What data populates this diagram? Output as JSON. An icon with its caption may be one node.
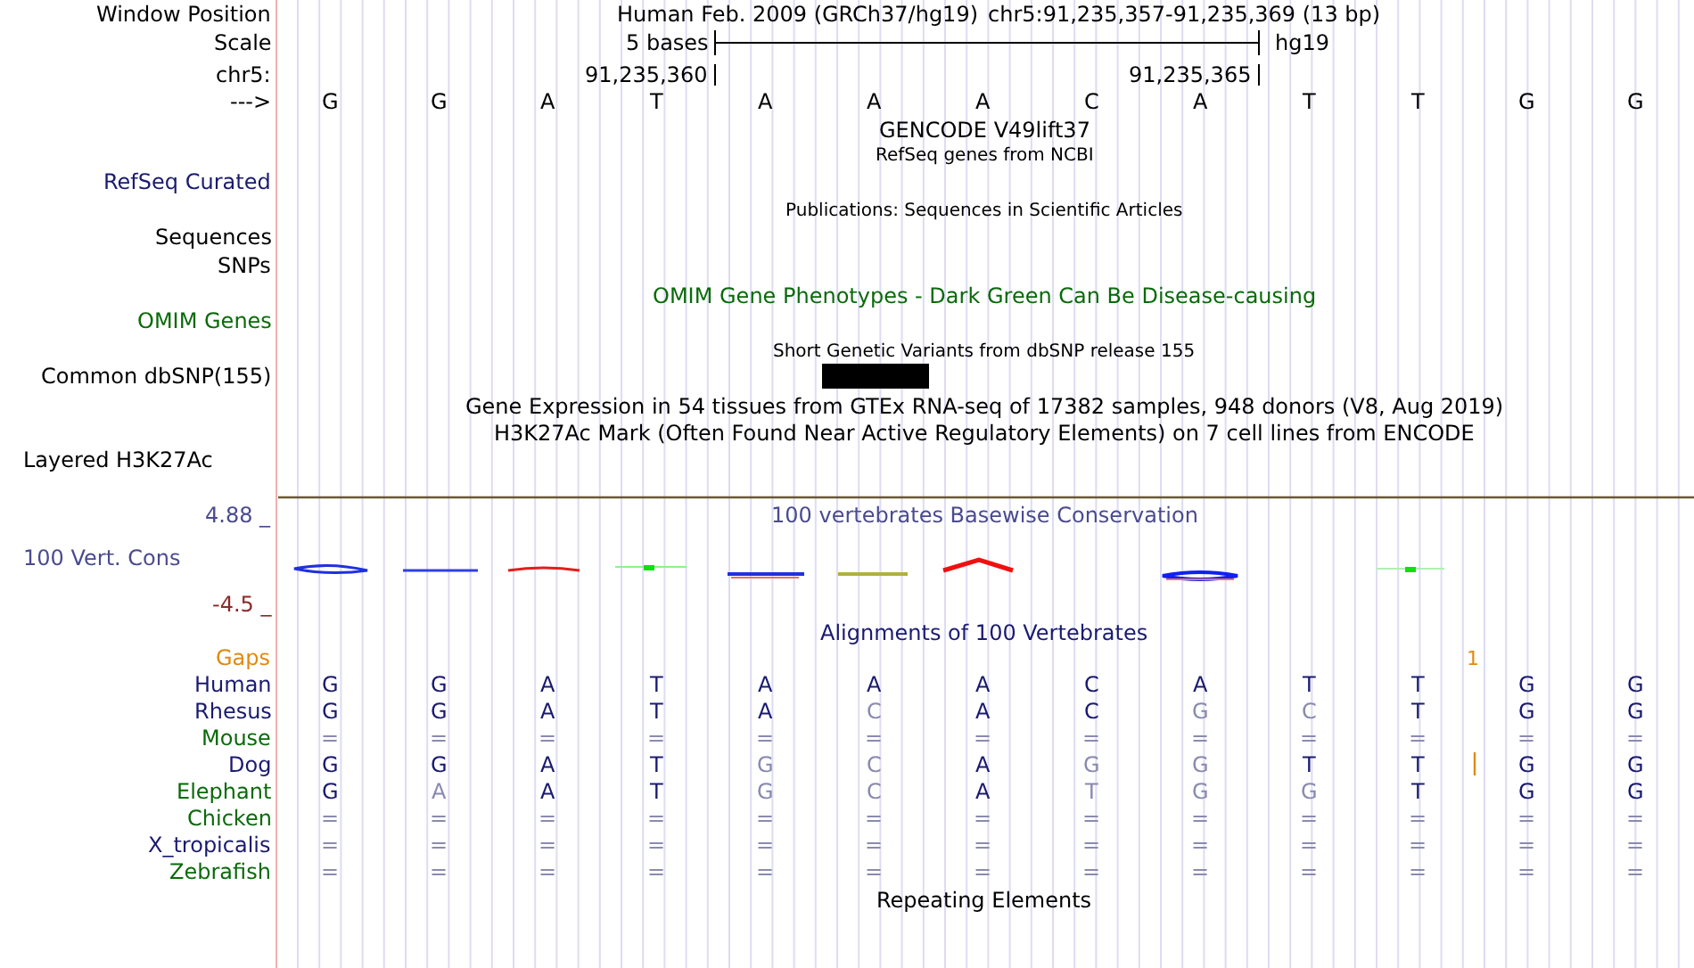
{
  "diagram": {
    "labels": [
      "Window Position",
      "Human Feb. 2009 (GRCh37/hg19)",
      "chr5:91,235,357-91,235,369 (13 bp)",
      "Scale",
      "5 bases",
      "hg19",
      "chr5:",
      "91,235,360",
      "91,235,365",
      "--->",
      "G",
      "G",
      "A",
      "T",
      "A",
      "A",
      "A",
      "C",
      "A",
      "T",
      "T",
      "G",
      "G",
      "GENCODE V49lift37",
      "RefSeq genes from NCBI",
      "RefSeq Curated",
      "Publications: Sequences in Scientific Articles",
      "Sequences",
      "SNPs",
      "OMIM Gene Phenotypes - Dark Green Can Be Disease-causing",
      "OMIM Genes",
      "Short Genetic Variants from dbSNP release 155",
      "Common dbSNP(155)",
      "Gene Expression in 54 tissues from GTEx RNA-seq of 17382 samples, 948 donors (V8, Aug 2019)",
      "H3K27Ac Mark (Often Found Near Active Regulatory Elements) on 7 cell lines from ENCODE",
      "Layered H3K27Ac",
      "4.88 _",
      "100 vertebrates Basewise Conservation",
      "100 Vert. Cons",
      "-4.5 _",
      "Alignments of 100 Vertebrates",
      "Gaps",
      "1",
      "Human",
      "G",
      "G",
      "A",
      "T",
      "A",
      "A",
      "A",
      "C",
      "A",
      "T",
      "T",
      "G",
      "G",
      "Rhesus",
      "G",
      "G",
      "A",
      "T",
      "A",
      "C",
      "A",
      "C",
      "G",
      "C",
      "T",
      "G",
      "G",
      "Mouse",
      "=",
      "=",
      "=",
      "=",
      "=",
      "=",
      "=",
      "=",
      "=",
      "=",
      "=",
      "=",
      "=",
      "Dog",
      "G",
      "G",
      "A",
      "T",
      "G",
      "C",
      "A",
      "G",
      "G",
      "T",
      "T",
      "G",
      "G",
      "Elephant",
      "G",
      "A",
      "A",
      "T",
      "G",
      "C",
      "A",
      "T",
      "G",
      "G",
      "T",
      "G",
      "G",
      "Chicken",
      "=",
      "=",
      "=",
      "=",
      "=",
      "=",
      "=",
      "=",
      "=",
      "=",
      "=",
      "=",
      "=",
      "X_tropicalis",
      "=",
      "=",
      "=",
      "=",
      "=",
      "=",
      "=",
      "=",
      "=",
      "=",
      "=",
      "=",
      "=",
      "Zebrafish",
      "=",
      "=",
      "=",
      "=",
      "=",
      "=",
      "=",
      "=",
      "=",
      "=",
      "=",
      "=",
      "=",
      "Repeating Elements"
    ]
  }
}
